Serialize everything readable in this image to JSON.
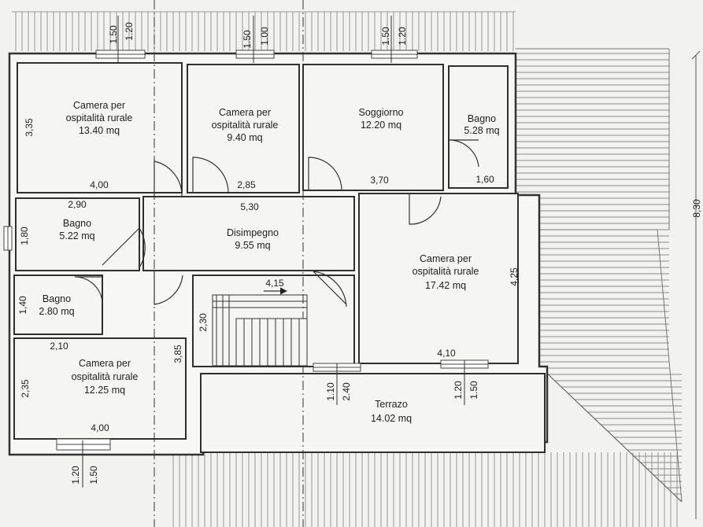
{
  "rooms": {
    "camera1": {
      "line1": "Camera per",
      "line2": "ospitalità rurale",
      "area": "13.40 mq"
    },
    "camera2": {
      "line1": "Camera per",
      "line2": "ospitalità rurale",
      "area": "9.40 mq"
    },
    "soggiorno": {
      "name": "Soggiorno",
      "area": "12.20 mq"
    },
    "bagno_top": {
      "name": "Bagno",
      "area": "5.28 mq"
    },
    "bagno_mid": {
      "name": "Bagno",
      "area": "5.22 mq"
    },
    "disimpegno": {
      "name": "Disimpegno",
      "area": "9.55 mq"
    },
    "camera3": {
      "line1": "Camera per",
      "line2": "ospitalità rurale",
      "area": "17.42 mq"
    },
    "bagno_small": {
      "name": "Bagno",
      "area": "2.80 mq"
    },
    "camera4": {
      "line1": "Camera per",
      "line2": "ospitalità rurale",
      "area": "12.25 mq"
    },
    "terrazzo": {
      "name": "Terrazo",
      "area": "14.02 mq"
    }
  },
  "dimensions": {
    "w1_top": "1.20",
    "w1_bottom": "1.50",
    "w2_top": "1.00",
    "w2_bottom": "1.50",
    "w3_top": "1.20",
    "w3_bottom": "1.50",
    "w4_top": "1.20",
    "w4_bottom": "1.50",
    "w5_top": "1.20",
    "w5_bottom": "1.50",
    "w6_top": "1.10",
    "w6_bottom": "2.40",
    "camera1_height": "3,35",
    "camera1_width": "4,00",
    "camera2_width": "2,85",
    "soggiorno_width": "3,70",
    "bagno_top_width": "1,60",
    "bagno_mid_width": "2,90",
    "disimpegno_width": "5,30",
    "bagno_mid_height": "1,80",
    "stair_width": "4,15",
    "camera3_height": "4,25",
    "bagno_small_height": "1,40",
    "stair_height": "2,30",
    "corridor_height": "3,85",
    "bagno_small_width": "2,10",
    "camera3_width": "4,10",
    "camera4_height": "2,35",
    "camera4_width": "4,00",
    "overall_height": "8,30"
  }
}
